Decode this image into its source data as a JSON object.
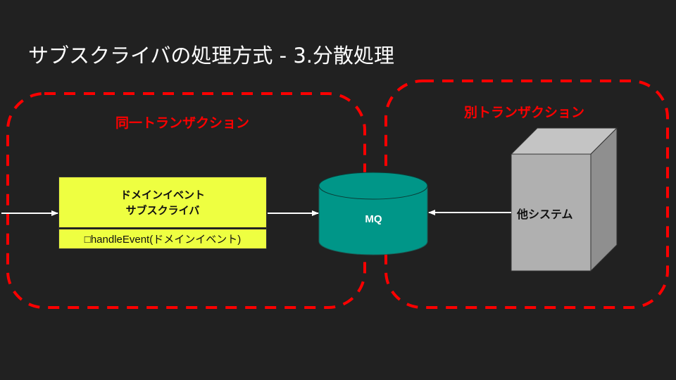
{
  "slide": {
    "title": "サブスクライバの処理方式 - 3.分散処理"
  },
  "boundaries": {
    "same_transaction": {
      "label": "同一トランザクション",
      "color": "#ff0000"
    },
    "separate_transaction": {
      "label": "別トランザクション",
      "color": "#ff0000"
    }
  },
  "subscriber": {
    "name_line1": "ドメインイベント",
    "name_line2": "サブスクライバ",
    "method": "□handleEvent(ドメインイベント)",
    "fill": "#eeff41"
  },
  "mq": {
    "label": "MQ",
    "fill": "#009688"
  },
  "other_system": {
    "label": "他システム",
    "fill": "#b0b0b0"
  },
  "arrows": [
    {
      "from": "incoming",
      "to": "subscriber"
    },
    {
      "from": "subscriber",
      "to": "mq"
    },
    {
      "from": "other_system",
      "to": "mq"
    }
  ]
}
